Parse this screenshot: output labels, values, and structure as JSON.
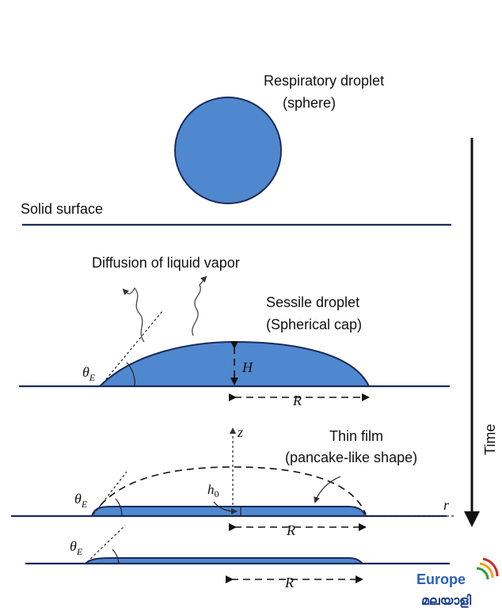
{
  "labels": {
    "respiratory_title": "Respiratory droplet",
    "respiratory_sub": "(sphere)",
    "solid_surface": "Solid surface",
    "diffusion": "Diffusion of liquid vapor",
    "sessile_title": "Sessile droplet",
    "sessile_sub": "(Spherical cap)",
    "thin_title": "Thin film",
    "thin_sub": "(pancake-like shape)",
    "time": "Time"
  },
  "symbols": {
    "theta": "θ",
    "theta_sub": "E",
    "H": "H",
    "R": "R",
    "h": "h",
    "h_sub": "0",
    "r": "r",
    "z": "z"
  },
  "logo": {
    "word": "Europe",
    "script": "മലയാളി",
    "colors": [
      "#d9261c",
      "#f0a020",
      "#2e9a3e",
      "#2a5fb8"
    ]
  },
  "colors": {
    "droplet": "#4f88cf",
    "outline": "#1b2a5a"
  }
}
